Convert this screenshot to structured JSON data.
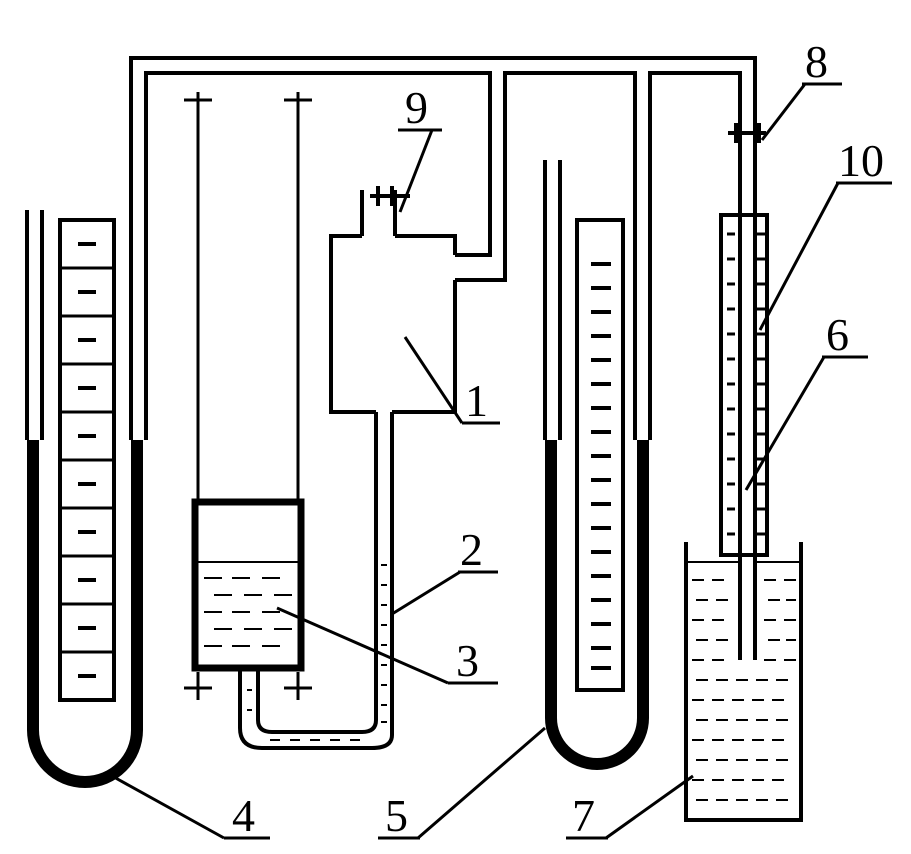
{
  "labels": {
    "l1": "1",
    "l2": "2",
    "l3": "3",
    "l4": "4",
    "l5": "5",
    "l6": "6",
    "l7": "7",
    "l8": "8",
    "l9": "9",
    "l10": "10"
  },
  "colors": {
    "ink": "#000000",
    "background": "#ffffff"
  }
}
